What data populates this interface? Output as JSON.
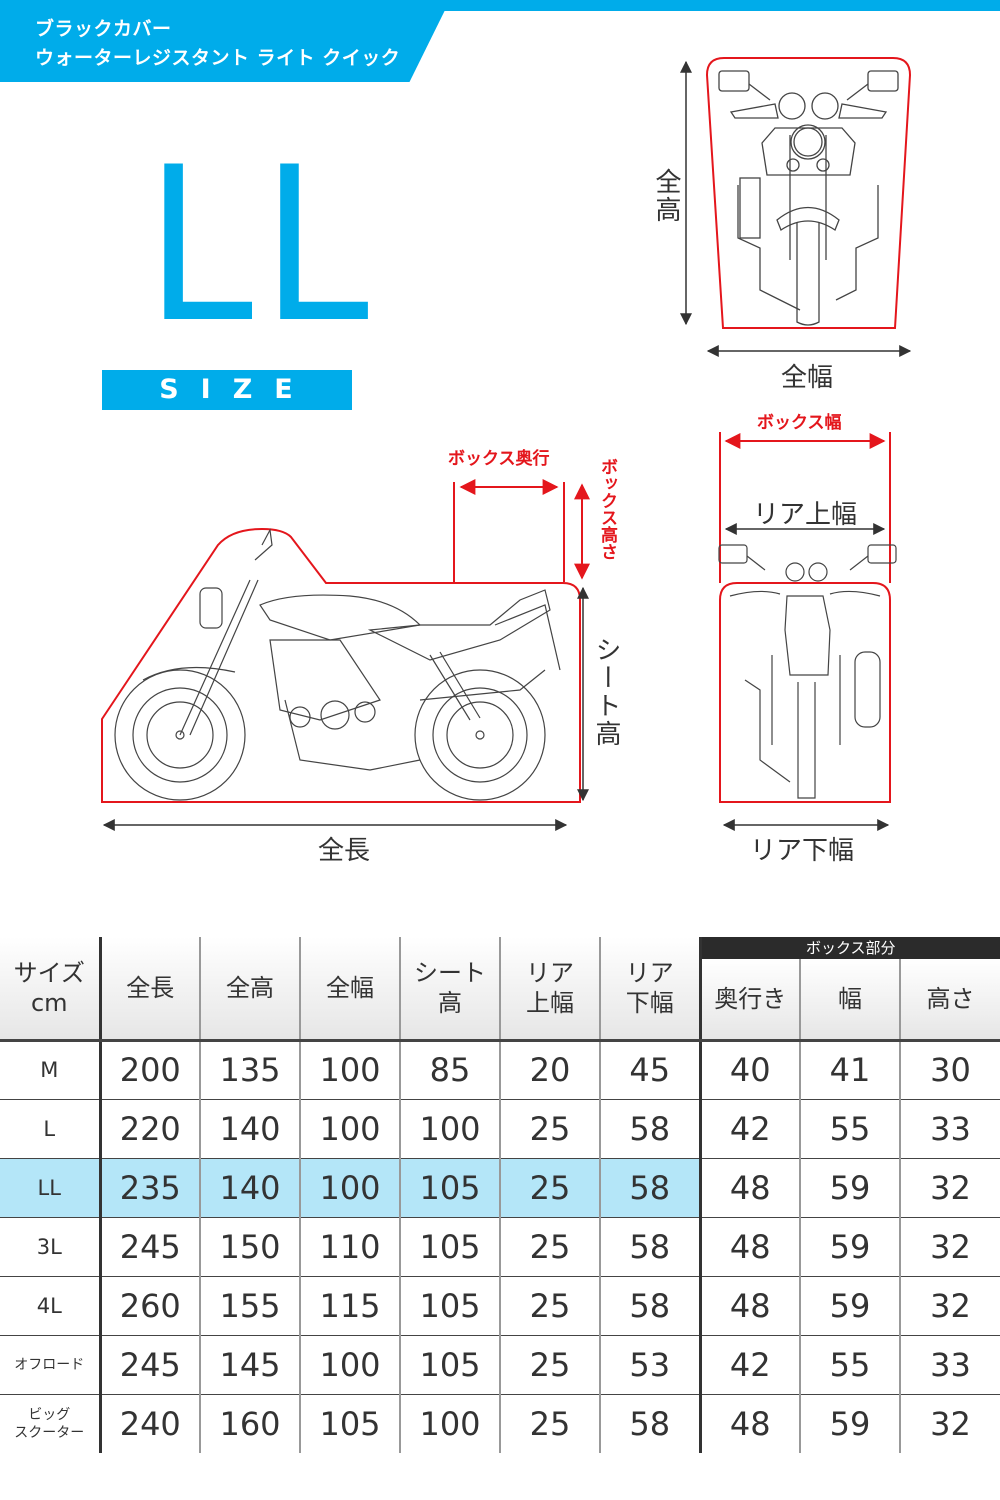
{
  "header": {
    "line1": "ブラックカバー",
    "line2": "ウォーターレジスタント ライト クイック"
  },
  "size": {
    "code": "LL",
    "label": "SIZE"
  },
  "diagram": {
    "front_view": {
      "height_label": "全高",
      "width_label": "全幅"
    },
    "side_view": {
      "box_depth_label": "ボックス奥行",
      "box_height_label": "ボックス高さ",
      "seat_height_label": "シート高",
      "length_label": "全長"
    },
    "rear_view": {
      "box_width_label": "ボックス幅",
      "rear_upper_width_label": "リア上幅",
      "rear_lower_width_label": "リア下幅"
    },
    "colors": {
      "accent": "#00acea",
      "outline_red": "#e4161c",
      "highlight_row": "#b4e6f8"
    }
  },
  "table": {
    "unit_header_line1": "サイズ",
    "unit_header_line2": "cm",
    "columns": [
      {
        "line1": "全長",
        "line2": ""
      },
      {
        "line1": "全高",
        "line2": ""
      },
      {
        "line1": "全幅",
        "line2": ""
      },
      {
        "line1": "シート",
        "line2": "高"
      },
      {
        "line1": "リア",
        "line2": "上幅"
      },
      {
        "line1": "リア",
        "line2": "下幅"
      }
    ],
    "box_group_label": "ボックス部分",
    "box_columns": [
      "奥行き",
      "幅",
      "高さ"
    ],
    "highlighted_size": "LL",
    "rows": [
      {
        "size": "M",
        "size_line2": "",
        "values": [
          "200",
          "135",
          "100",
          "85",
          "20",
          "45",
          "40",
          "41",
          "30"
        ]
      },
      {
        "size": "L",
        "size_line2": "",
        "values": [
          "220",
          "140",
          "100",
          "100",
          "25",
          "58",
          "42",
          "55",
          "33"
        ]
      },
      {
        "size": "LL",
        "size_line2": "",
        "values": [
          "235",
          "140",
          "100",
          "105",
          "25",
          "58",
          "48",
          "59",
          "32"
        ]
      },
      {
        "size": "3L",
        "size_line2": "",
        "values": [
          "245",
          "150",
          "110",
          "105",
          "25",
          "58",
          "48",
          "59",
          "32"
        ]
      },
      {
        "size": "4L",
        "size_line2": "",
        "values": [
          "260",
          "155",
          "115",
          "105",
          "25",
          "58",
          "48",
          "59",
          "32"
        ]
      },
      {
        "size": "オフロード",
        "size_line2": "",
        "values": [
          "245",
          "145",
          "100",
          "105",
          "25",
          "53",
          "42",
          "55",
          "33"
        ]
      },
      {
        "size": "ビッグ",
        "size_line2": "スクーター",
        "values": [
          "240",
          "160",
          "105",
          "100",
          "25",
          "58",
          "48",
          "59",
          "32"
        ]
      }
    ]
  }
}
